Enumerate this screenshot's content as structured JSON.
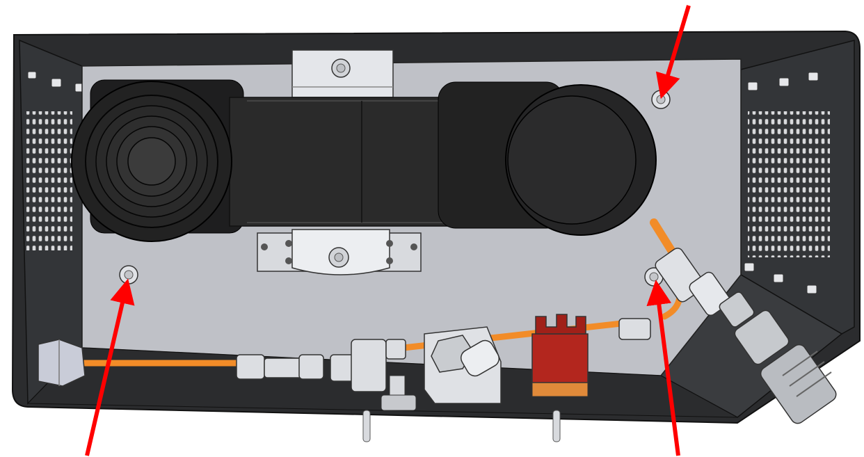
{
  "colors": {
    "background": "#ffffff",
    "housing": "#2b2c2e",
    "housing_dark": "#1c1d1f",
    "plate": "#bfc1c7",
    "motor": "#2a2a2a",
    "motor_dark": "#1a1a1a",
    "bracket": "#e4e6ea",
    "metal": "#d2d4d8",
    "tube": "#f28c28",
    "valve": "#b3261e",
    "arrow": "#ff0000"
  },
  "components": [
    {
      "name": "compressor-motor",
      "icon": "motor-icon"
    },
    {
      "name": "mounting-bracket-top",
      "icon": "bracket-icon"
    },
    {
      "name": "mounting-bracket-bottom",
      "icon": "bracket-icon"
    },
    {
      "name": "air-tubing",
      "icon": "tube-icon"
    },
    {
      "name": "solenoid-valve",
      "icon": "valve-icon"
    },
    {
      "name": "pressure-switch",
      "icon": "switch-icon"
    },
    {
      "name": "t-fitting",
      "icon": "fitting-icon"
    },
    {
      "name": "quick-coupler",
      "icon": "coupler-icon"
    }
  ],
  "screws": [
    "screw-top-right",
    "screw-bottom-left",
    "screw-bottom-right",
    "screw-bracket-top",
    "screw-bracket-bottom"
  ],
  "arrows": [
    "arrow-top-right",
    "arrow-bottom-left",
    "arrow-bottom-right"
  ]
}
